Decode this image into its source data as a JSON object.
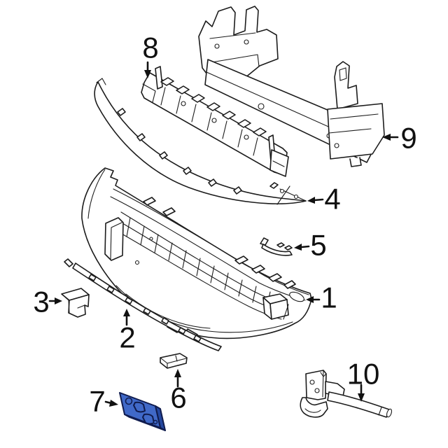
{
  "diagram": {
    "description": "Front bumper exploded parts diagram",
    "background": "#ffffff",
    "ink": "#1c1c1c",
    "label_color": "#111111",
    "highlight": {
      "face": "#4069c8",
      "shade": "#24479f",
      "outline": "#101c4e"
    },
    "callouts": [
      {
        "number": "1"
      },
      {
        "number": "2"
      },
      {
        "number": "3"
      },
      {
        "number": "4"
      },
      {
        "number": "5"
      },
      {
        "number": "6"
      },
      {
        "number": "7"
      },
      {
        "number": "8"
      },
      {
        "number": "9"
      },
      {
        "number": "10"
      }
    ]
  }
}
